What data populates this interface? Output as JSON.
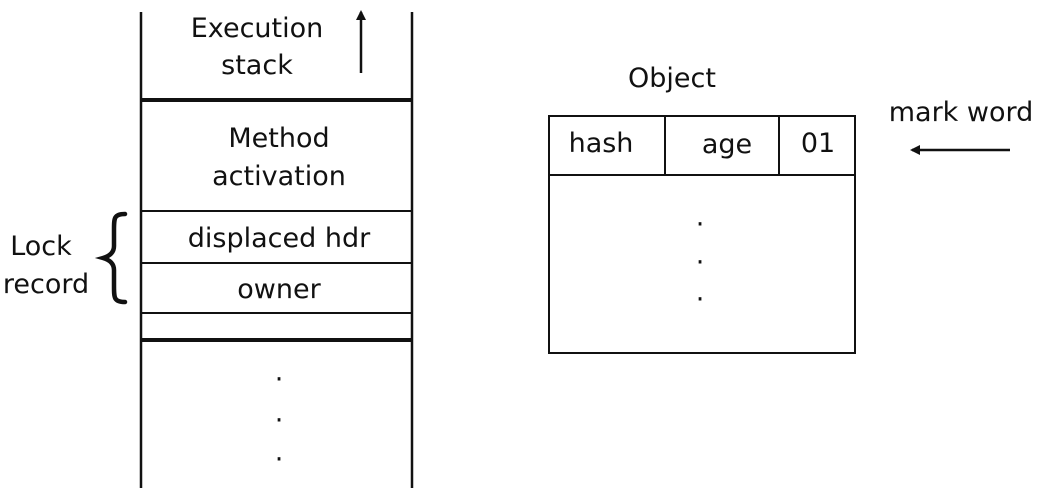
{
  "stack": {
    "label_line1": "Execution",
    "label_line2": "stack",
    "method_line1": "Method",
    "method_line2": "activation",
    "displaced_hdr": "displaced hdr",
    "owner": "owner",
    "ellipsis": "·"
  },
  "lock_record": {
    "line1": "Lock",
    "line2": "record"
  },
  "object": {
    "title": "Object",
    "fields": [
      "hash",
      "age",
      "01"
    ],
    "ellipsis": "·"
  },
  "mark_word": {
    "label": "mark word"
  }
}
